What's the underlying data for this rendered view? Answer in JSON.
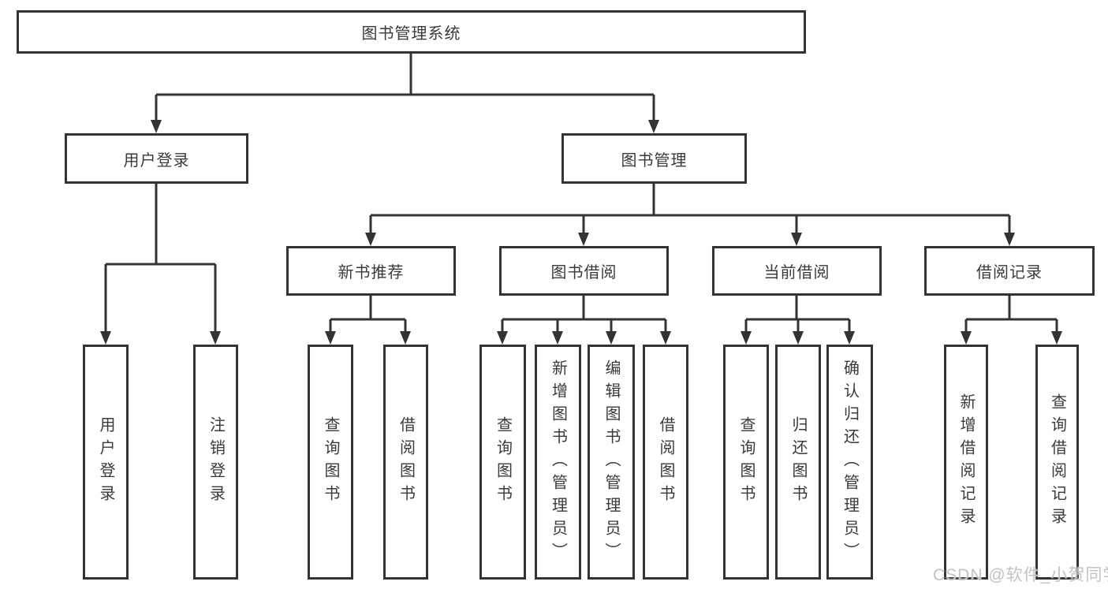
{
  "root_label": "图书管理系统",
  "branches": [
    {
      "label": "用户登录",
      "leaves": [
        "用户登录",
        "注销登录"
      ]
    },
    {
      "label": "图书管理",
      "children": [
        {
          "label": "新书推荐",
          "leaves": [
            "查询图书",
            "借阅图书"
          ]
        },
        {
          "label": "图书借阅",
          "leaves": [
            "查询图书",
            "新增图书（管理员）",
            "编辑图书（管理员）",
            "借阅图书"
          ]
        },
        {
          "label": "当前借阅",
          "leaves": [
            "查询图书",
            "归还图书",
            "确认归还（管理员）"
          ]
        },
        {
          "label": "借阅记录",
          "leaves": [
            "新增借阅记录",
            "查询借阅记录"
          ]
        }
      ]
    }
  ],
  "watermark": "CSDN @软件_小贺同学",
  "colors": {
    "line": "#333333",
    "text": "#3a3a3a",
    "watermark": "#c3c3c3",
    "background": "#ffffff"
  }
}
